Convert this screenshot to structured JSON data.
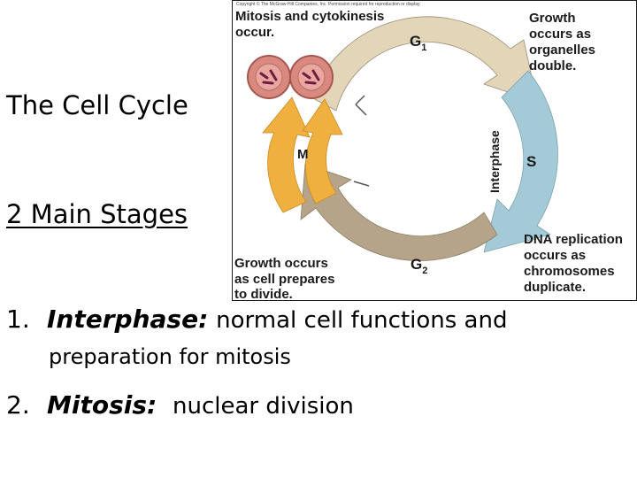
{
  "slide": {
    "title": "The Cell Cycle",
    "subtitle": "2 Main Stages",
    "items": [
      {
        "number": "1.",
        "term": "Interphase:",
        "description": "normal cell functions and",
        "description_cont": "preparation for mitosis"
      },
      {
        "number": "2.",
        "term": "Mitosis:",
        "description": "nuclear division"
      }
    ]
  },
  "figure": {
    "copyright": "Copyright © The McGraw-Hill Companies, Inc. Permission required for reproduction or display.",
    "mitosis_note": [
      "Mitosis and cytokinesis",
      "occur."
    ],
    "g1_label": "G",
    "g1_sub": "1",
    "growth_note": [
      "Growth",
      "occurs as",
      "organelles",
      "double."
    ],
    "interphase_label": "Interphase",
    "s_label": "S",
    "m_label": "M",
    "dna_note": [
      "DNA replication",
      "occurs as",
      "chromosomes",
      "duplicate."
    ],
    "g2_label": "G",
    "g2_sub": "2",
    "g2_note": [
      "Growth occurs",
      "as cell prepares",
      "to divide."
    ],
    "colors": {
      "g1_arrow": "#e2d5b8",
      "s_arrow": "#a3cad6",
      "g2_arrow": "#b6a48a",
      "m_arrow": "#f0b040",
      "cell": "#d98a80",
      "chromosome": "#6e1d3f",
      "border": "#1a1a1a"
    }
  }
}
